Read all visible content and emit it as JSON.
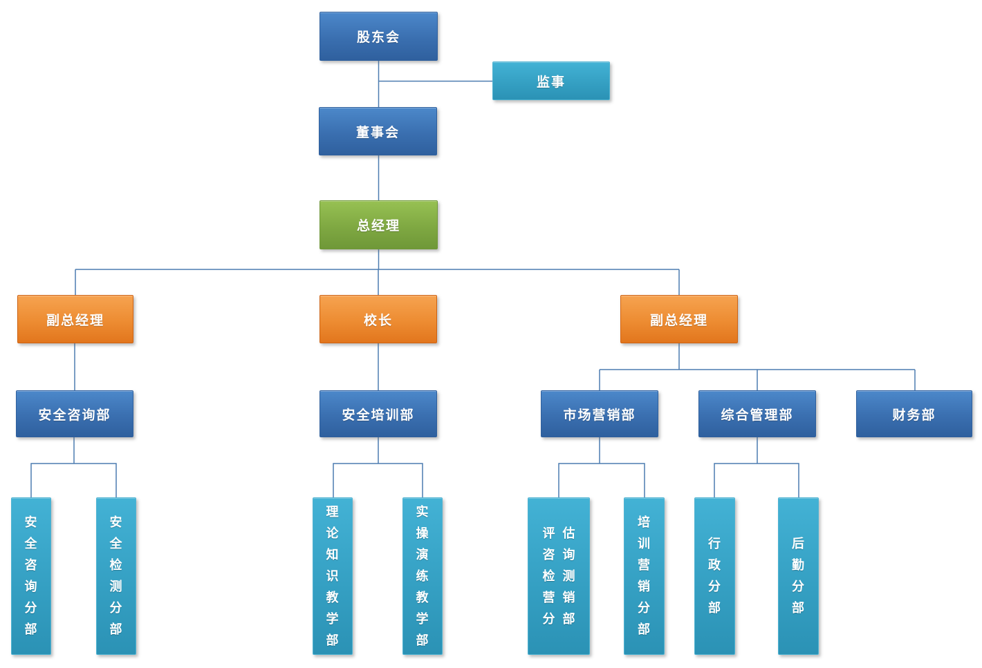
{
  "diagram": {
    "type": "org-chart",
    "background": "#ffffff"
  },
  "palette": {
    "blue_top": "#4C88CA",
    "blue_bottom": "#2F609E",
    "cyan_top": "#43B2D5",
    "cyan_bottom": "#2B92B5",
    "green_top": "#97C153",
    "green_bottom": "#6F9838",
    "orange_top": "#F6A350",
    "orange_bottom": "#E2761D",
    "connector": "#4C7CB0",
    "label_text": "#FFFFFF"
  },
  "nodes": {
    "shareholders": {
      "label": "股东会"
    },
    "supervisor": {
      "label": "监事"
    },
    "board": {
      "label": "董事会"
    },
    "general_manager": {
      "label": "总经理"
    },
    "deputy_gm_left": {
      "label": "副总经理"
    },
    "principal": {
      "label": "校长"
    },
    "deputy_gm_right": {
      "label": "副总经理"
    },
    "dept_safety_consulting": {
      "label": "安全咨询部"
    },
    "dept_safety_training": {
      "label": "安全培训部"
    },
    "dept_marketing": {
      "label": "市场营销部"
    },
    "dept_general_admin": {
      "label": "综合管理部"
    },
    "dept_finance": {
      "label": "财务部"
    },
    "branch_safety_consulting": {
      "label": "安全咨询分部",
      "lines": [
        "安",
        "全",
        "咨",
        "询",
        "分",
        "部"
      ]
    },
    "branch_safety_testing": {
      "label": "安全检测分部",
      "lines": [
        "安",
        "全",
        "检",
        "测",
        "分",
        "部"
      ]
    },
    "branch_theory_teaching": {
      "label": "理论知识教学部",
      "lines": [
        "理",
        "论",
        "知",
        "识",
        "教",
        "学",
        "部"
      ]
    },
    "branch_practical_teaching": {
      "label": "实操演练教学部",
      "lines": [
        "实",
        "操",
        "演",
        "练",
        "教",
        "学",
        "部"
      ]
    },
    "branch_eval_marketing": {
      "label": "评估咨询检测营销分部",
      "lines": [
        "评估",
        "咨询",
        "检测",
        "营销",
        "分部"
      ]
    },
    "branch_training_marketing": {
      "label": "培训营销分部",
      "lines": [
        "培",
        "训",
        "营",
        "销",
        "分",
        "部"
      ]
    },
    "branch_administration": {
      "label": "行政分部",
      "lines": [
        "行",
        "政",
        "分",
        "部"
      ]
    },
    "branch_logistics": {
      "label": "后勤分部",
      "lines": [
        "后",
        "勤",
        "分",
        "部"
      ]
    }
  },
  "edges": [
    {
      "from": "shareholders",
      "to": "supervisor"
    },
    {
      "from": "shareholders",
      "to": "board"
    },
    {
      "from": "board",
      "to": "general_manager"
    },
    {
      "from": "general_manager",
      "to": "deputy_gm_left"
    },
    {
      "from": "general_manager",
      "to": "principal"
    },
    {
      "from": "general_manager",
      "to": "deputy_gm_right"
    },
    {
      "from": "deputy_gm_left",
      "to": "dept_safety_consulting"
    },
    {
      "from": "principal",
      "to": "dept_safety_training"
    },
    {
      "from": "deputy_gm_right",
      "to": "dept_marketing"
    },
    {
      "from": "deputy_gm_right",
      "to": "dept_general_admin"
    },
    {
      "from": "deputy_gm_right",
      "to": "dept_finance"
    },
    {
      "from": "dept_safety_consulting",
      "to": "branch_safety_consulting"
    },
    {
      "from": "dept_safety_consulting",
      "to": "branch_safety_testing"
    },
    {
      "from": "dept_safety_training",
      "to": "branch_theory_teaching"
    },
    {
      "from": "dept_safety_training",
      "to": "branch_practical_teaching"
    },
    {
      "from": "dept_marketing",
      "to": "branch_eval_marketing"
    },
    {
      "from": "dept_marketing",
      "to": "branch_training_marketing"
    },
    {
      "from": "dept_general_admin",
      "to": "branch_administration"
    },
    {
      "from": "dept_general_admin",
      "to": "branch_logistics"
    }
  ]
}
